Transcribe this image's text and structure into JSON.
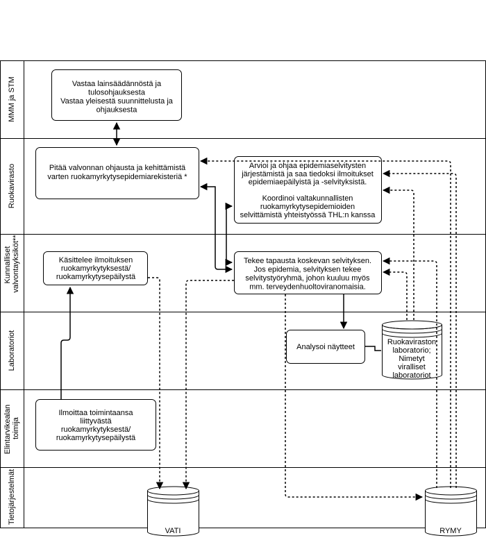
{
  "lanes": [
    {
      "id": "mmm",
      "label": "MMM ja STM"
    },
    {
      "id": "ruokavirasto",
      "label": "Ruokavirasto"
    },
    {
      "id": "kunnalliset",
      "label": "Kunnalliset valvontayksiköt**"
    },
    {
      "id": "laboratoriot",
      "label": "Laboratoriot"
    },
    {
      "id": "elintarvike",
      "label": "Elintarvikealan toimija"
    },
    {
      "id": "tietojarjestelmat",
      "label": "Tietojärjestelmät"
    }
  ],
  "boxes": {
    "mmm_task": [
      "Vastaa lainsäädännöstä ja",
      "tulosohjauksesta",
      "Vastaa yleisestä suunnittelusta ja",
      "ohjauksesta"
    ],
    "ruoka_guidance": [
      "Pitää valvonnan ohjausta ja kehittämistä",
      "varten ruokamyrkytysepidemiarekisteriä *"
    ],
    "ruoka_assess": [
      "Arvioi ja ohjaa epidemiaselvitysten",
      "järjestämistä ja saa tiedoksi ilmoitukset",
      "epidemiaepäilyistä ja -selvityksistä.",
      "",
      "Koordinoi valtakunnallisten",
      "ruokamyrkytysepidemioiden",
      "selvittämistä yhteistyössä THL:n kanssa"
    ],
    "kunta_handle": [
      "Käsittelee ilmoituksen",
      "ruokamyrkytyksestä/",
      "ruokamyrkytysepäilystä"
    ],
    "kunta_investigate": [
      "Tekee tapausta koskevan selvityksen.",
      "Jos epidemia, selvityksen tekee",
      "selvitystyöryhmä, johon kuuluu myös",
      "mm. terveydenhuoltoviranomaisia."
    ],
    "lab_analyze": [
      "Analysoi näytteet"
    ],
    "operator_report": [
      "Ilmoittaa toimintaansa",
      "liittyvästä",
      "ruokamyrkytyksestä/",
      "ruokamyrkytysepäilystä"
    ]
  },
  "databases": {
    "lab_db": [
      "Ruokaviraston",
      "laboratorio;",
      "Nimetyt",
      "viralliset",
      "laboratoriot"
    ],
    "vati": [
      "VATI"
    ],
    "rymy": [
      "RYMY"
    ]
  }
}
